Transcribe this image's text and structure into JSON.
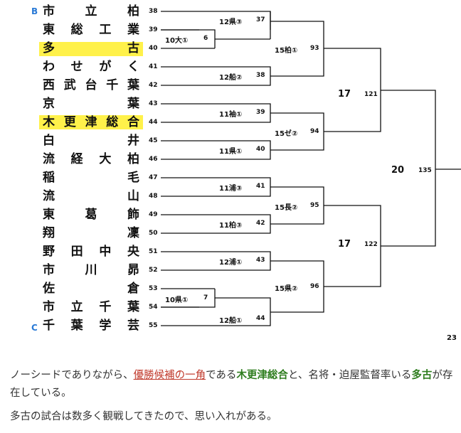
{
  "blocks": {
    "b": "B",
    "c": "C"
  },
  "teams": [
    {
      "chars": [
        "市",
        "立",
        "柏"
      ],
      "num": "38"
    },
    {
      "chars": [
        "東",
        "総",
        "工",
        "業"
      ],
      "num": "39"
    },
    {
      "chars": [
        "多",
        "古"
      ],
      "num": "40"
    },
    {
      "chars": [
        "わ",
        "せ",
        "が",
        "く"
      ],
      "num": "41"
    },
    {
      "chars": [
        "西",
        "武",
        "台",
        "千",
        "葉"
      ],
      "num": "42"
    },
    {
      "chars": [
        "京",
        "葉"
      ],
      "num": "43"
    },
    {
      "chars": [
        "木",
        "更",
        "津",
        "総",
        "合"
      ],
      "num": "44"
    },
    {
      "chars": [
        "白",
        "井"
      ],
      "num": "45"
    },
    {
      "chars": [
        "流",
        "経",
        "大",
        "柏"
      ],
      "num": "46"
    },
    {
      "chars": [
        "稲",
        "毛"
      ],
      "num": "47"
    },
    {
      "chars": [
        "流",
        "山"
      ],
      "num": "48"
    },
    {
      "chars": [
        "東",
        "葛",
        "飾"
      ],
      "num": "49"
    },
    {
      "chars": [
        "翔",
        "凜"
      ],
      "num": "50"
    },
    {
      "chars": [
        "野",
        "田",
        "中",
        "央"
      ],
      "num": "51"
    },
    {
      "chars": [
        "市",
        "川",
        "昴"
      ],
      "num": "52"
    },
    {
      "chars": [
        "佐",
        "倉"
      ],
      "num": "53"
    },
    {
      "chars": [
        "市",
        "立",
        "千",
        "葉"
      ],
      "num": "54"
    },
    {
      "chars": [
        "千",
        "葉",
        "学",
        "芸"
      ],
      "num": "55"
    }
  ],
  "matches": {
    "r1a": {
      "label": "10大①",
      "game": "6"
    },
    "r1b": {
      "label": "10県①",
      "game": "7"
    },
    "m37": {
      "label": "12県③",
      "game": "37"
    },
    "m38": {
      "label": "12船②",
      "game": "38"
    },
    "m39": {
      "label": "11袖①",
      "game": "39"
    },
    "m40": {
      "label": "11県①",
      "game": "40"
    },
    "m41": {
      "label": "11浦③",
      "game": "41"
    },
    "m42": {
      "label": "11柏③",
      "game": "42"
    },
    "m43": {
      "label": "12浦①",
      "game": "43"
    },
    "m44": {
      "label": "12船①",
      "game": "44"
    },
    "m93": {
      "label": "15柏①",
      "game": "93"
    },
    "m94": {
      "label": "15ゼ②",
      "game": "94"
    },
    "m95": {
      "label": "15長②",
      "game": "95"
    },
    "m96": {
      "label": "15県②",
      "game": "96"
    },
    "m121": {
      "score": "17",
      "game": "121"
    },
    "m122": {
      "score": "17",
      "game": "122"
    },
    "m135": {
      "score": "20",
      "game": "135"
    },
    "edge": {
      "game": "23"
    }
  },
  "caption": {
    "p1_before": "ノーシードでありながら、",
    "p1_link": "優勝候補の一角",
    "p1_mid1": "である",
    "p1_team1": "木更津総合",
    "p1_mid2": "と、名将・迫屋監督率いる",
    "p1_team2": "多古",
    "p1_after": "が存在している。",
    "p2": "多古の試合は数多く観戦してきたので、思い入れがある。"
  },
  "colors": {
    "highlight": "#fff14a",
    "block_label": "#2a7ad6",
    "link": "#c0392b",
    "team_green": "#2e7d1e"
  }
}
